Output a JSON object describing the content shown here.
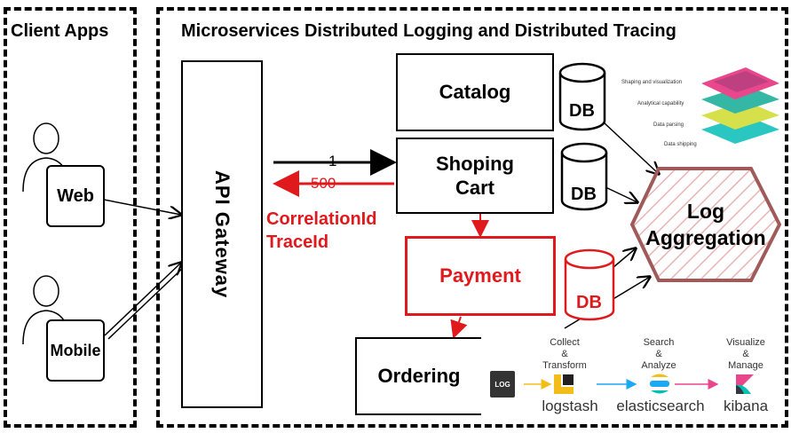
{
  "sections": {
    "client_apps": "Client Apps",
    "main_title": "Microservices Distributed Logging and Distributed Tracing"
  },
  "clients": {
    "web": "Web",
    "mobile": "Mobile"
  },
  "gateway": {
    "label": "API Gateway"
  },
  "services": {
    "catalog": "Catalog",
    "shopping_cart_line1": "Shoping",
    "shopping_cart_line2": "Cart",
    "payment": "Payment",
    "ordering": "Ordering"
  },
  "db_label": "DB",
  "arrows": {
    "request_label": "1",
    "response_label": "500",
    "correlation": "CorrelationId",
    "trace": "TraceId"
  },
  "log_aggregation": {
    "line1": "Log",
    "line2": "Aggregation"
  },
  "elk_stack_image": {
    "items": [
      "Shaping and visualization",
      "Analytical capability",
      "Data parsing",
      "Data shipping"
    ]
  },
  "pipeline": {
    "log_icon_text": "LOG",
    "logstash_caption": [
      "Collect",
      "&",
      "Transform"
    ],
    "logstash_name": "logstash",
    "elasticsearch_caption": [
      "Search",
      "&",
      "Analyze"
    ],
    "elasticsearch_name": "elasticsearch",
    "kibana_caption": [
      "Visualize",
      "&",
      "Manage"
    ],
    "kibana_name": "kibana"
  },
  "colors": {
    "accent_red": "#e0191d",
    "log_aggregation_stroke": "#a05a5a",
    "logstash_yellow": "#f3bd19",
    "elastic_teal": "#1ba9f5",
    "kibana_pink": "#e8478b"
  }
}
